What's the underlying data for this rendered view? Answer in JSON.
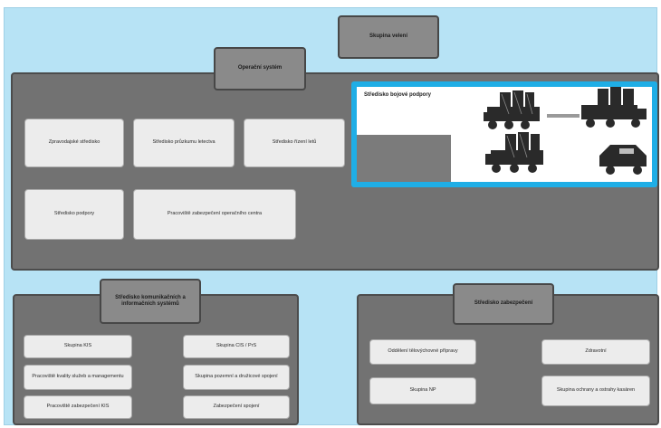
{
  "top": {
    "label": "Skupina velení"
  },
  "operational": {
    "header": "Operační systém",
    "boxes": [
      "Zpravodajské středisko",
      "Středisko průzkumu letectva",
      "Středisko řízení letů",
      "Středisko podpory",
      "Pracoviště zabezpečení operačního centra"
    ],
    "highlight": {
      "title": "Středisko bojové podpory",
      "gray_label": ""
    }
  },
  "comms": {
    "header": "Středisko komunikačních a informačních systémů",
    "boxes": [
      "Skupina KIS",
      "Skupina CIS / PrS",
      "Pracoviště kvality služeb a managementu",
      "Skupina pozemní a družicové spojení",
      "Pracoviště zabezpečení KIS",
      "Zabezpečení spojení"
    ]
  },
  "security": {
    "header": "Středisko zabezpečení",
    "boxes": [
      "Oddělení tělovýchovné přípravy",
      "Zdravotní",
      "Skupina NP",
      "Skupina ochrany a ostrahy kasáren"
    ]
  },
  "icons": {
    "vehicles": "military-trucks-image"
  },
  "colors": {
    "background": "#b7e3f5",
    "panel": "#727272",
    "highlight_border": "#1faee6",
    "box": "#ececec"
  }
}
